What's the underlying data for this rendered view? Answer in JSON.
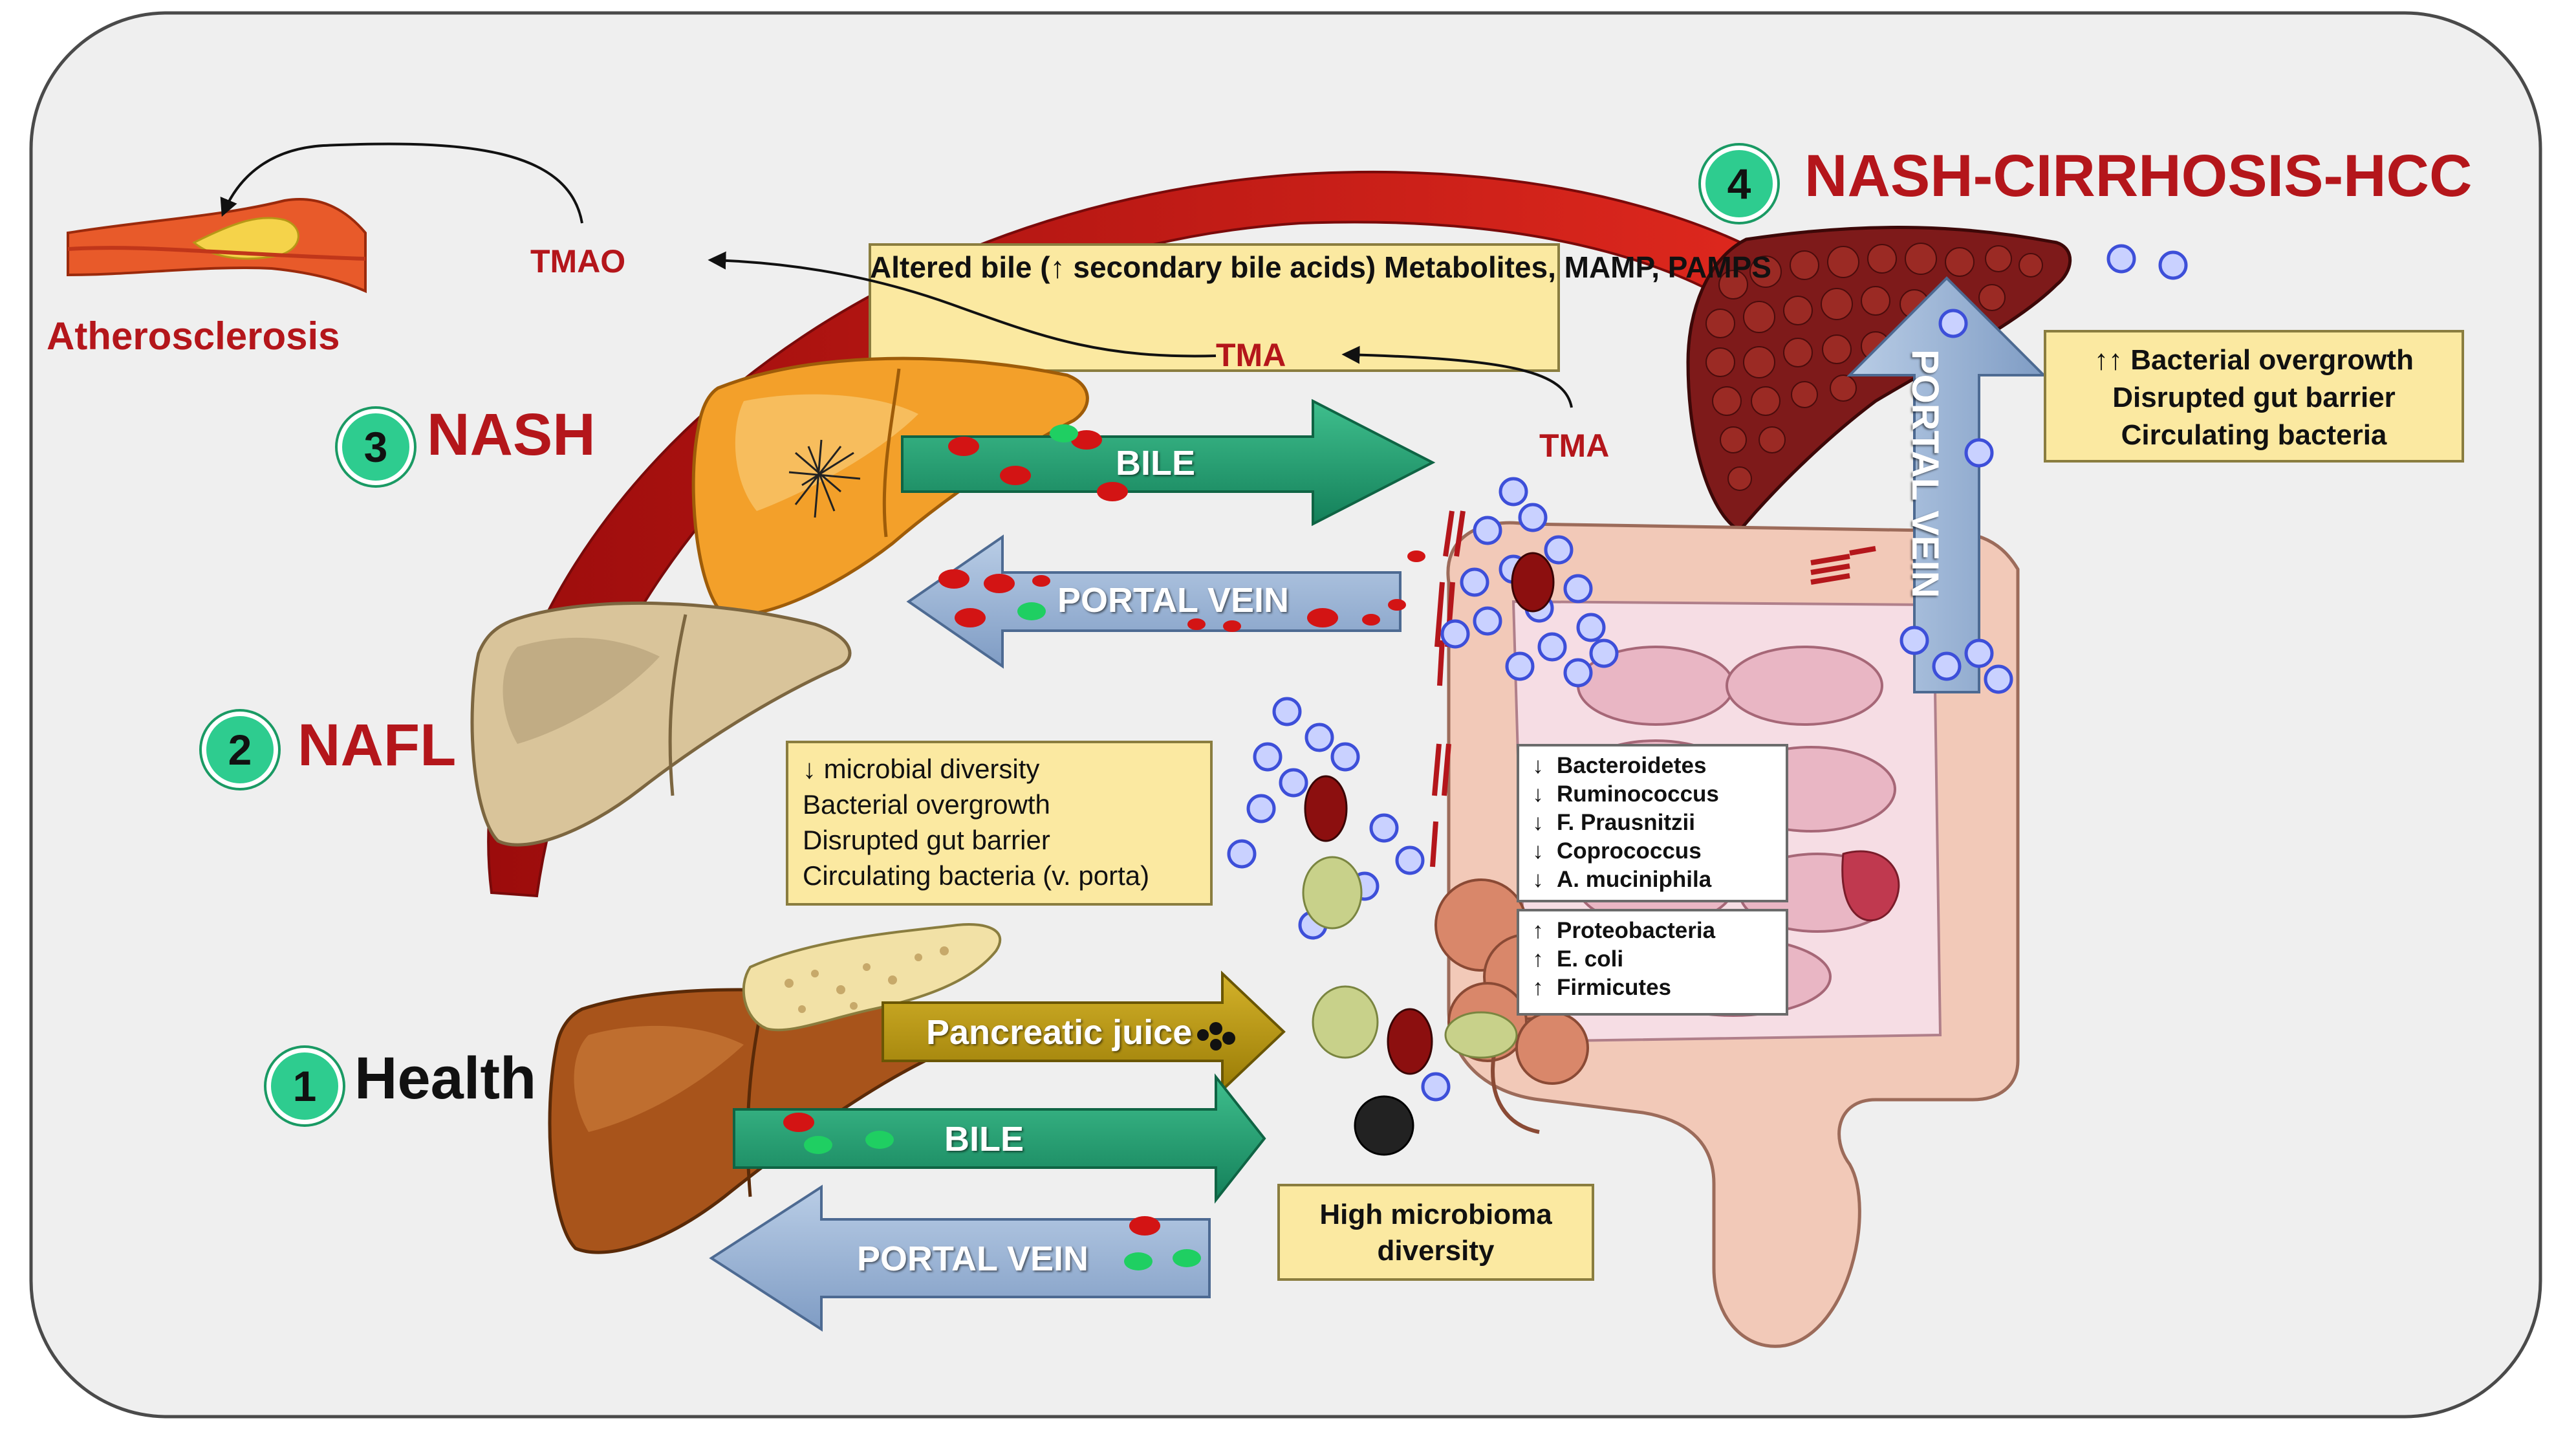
{
  "stages": {
    "health": {
      "number": "1",
      "label": "Health"
    },
    "nafl": {
      "number": "2",
      "label": "NAFL"
    },
    "nash": {
      "number": "3",
      "label": "NASH"
    },
    "cirrhosis": {
      "number": "4",
      "label": "NASH-CIRRHOSIS-HCC"
    }
  },
  "labels": {
    "atherosclerosis": "Atherosclerosis",
    "tmao": "TMAO",
    "tma_top": "TMA",
    "tma_right": "TMA"
  },
  "arrows": {
    "bile_nash": "BILE",
    "portal_nash": "PORTAL VEIN",
    "pancreatic": "Pancreatic juice",
    "bile_health": "BILE",
    "portal_health": "PORTAL VEIN",
    "portal_vertical": "PORTAL VEIN"
  },
  "boxes": {
    "altered_bile": [
      "Altered bile (↑ secondary bile acids)",
      "Metabolites, MAMP, PAMPS"
    ],
    "cirrhosis": [
      "↑↑ Bacterial overgrowth",
      "Disrupted gut barrier",
      "Circulating bacteria"
    ],
    "nafl": [
      "↓ microbial diversity",
      "Bacterial overgrowth",
      "Disrupted gut barrier",
      "Circulating bacteria (v. porta)"
    ],
    "health": [
      "High microbioma",
      "diversity"
    ]
  },
  "taxa_down": [
    {
      "symbol": "↓",
      "name": "Bacteroidetes"
    },
    {
      "symbol": "↓",
      "name": "Ruminococcus"
    },
    {
      "symbol": "↓",
      "name": "F. Prausnitzii"
    },
    {
      "symbol": "↓",
      "name": "Coprococcus"
    },
    {
      "symbol": "↓",
      "name": "A. muciniphila"
    }
  ],
  "taxa_up": [
    {
      "symbol": "↑",
      "name": "Proteobacteria"
    },
    {
      "symbol": "↑",
      "name": "E. coli"
    },
    {
      "symbol": "↑",
      "name": "Firmicutes"
    }
  ],
  "colors": {
    "stage_red": "#b4161b",
    "badge_green": "#2ecc8f",
    "box_yellow": "#fbe9a1",
    "bile_green": "#1f9a6d",
    "portal_blue": "#9db7d8",
    "pancreatic_gold": "#b8960c",
    "curved_arrow_red": "#d21a1a",
    "bacteria_blue": "#3d4fd9"
  }
}
